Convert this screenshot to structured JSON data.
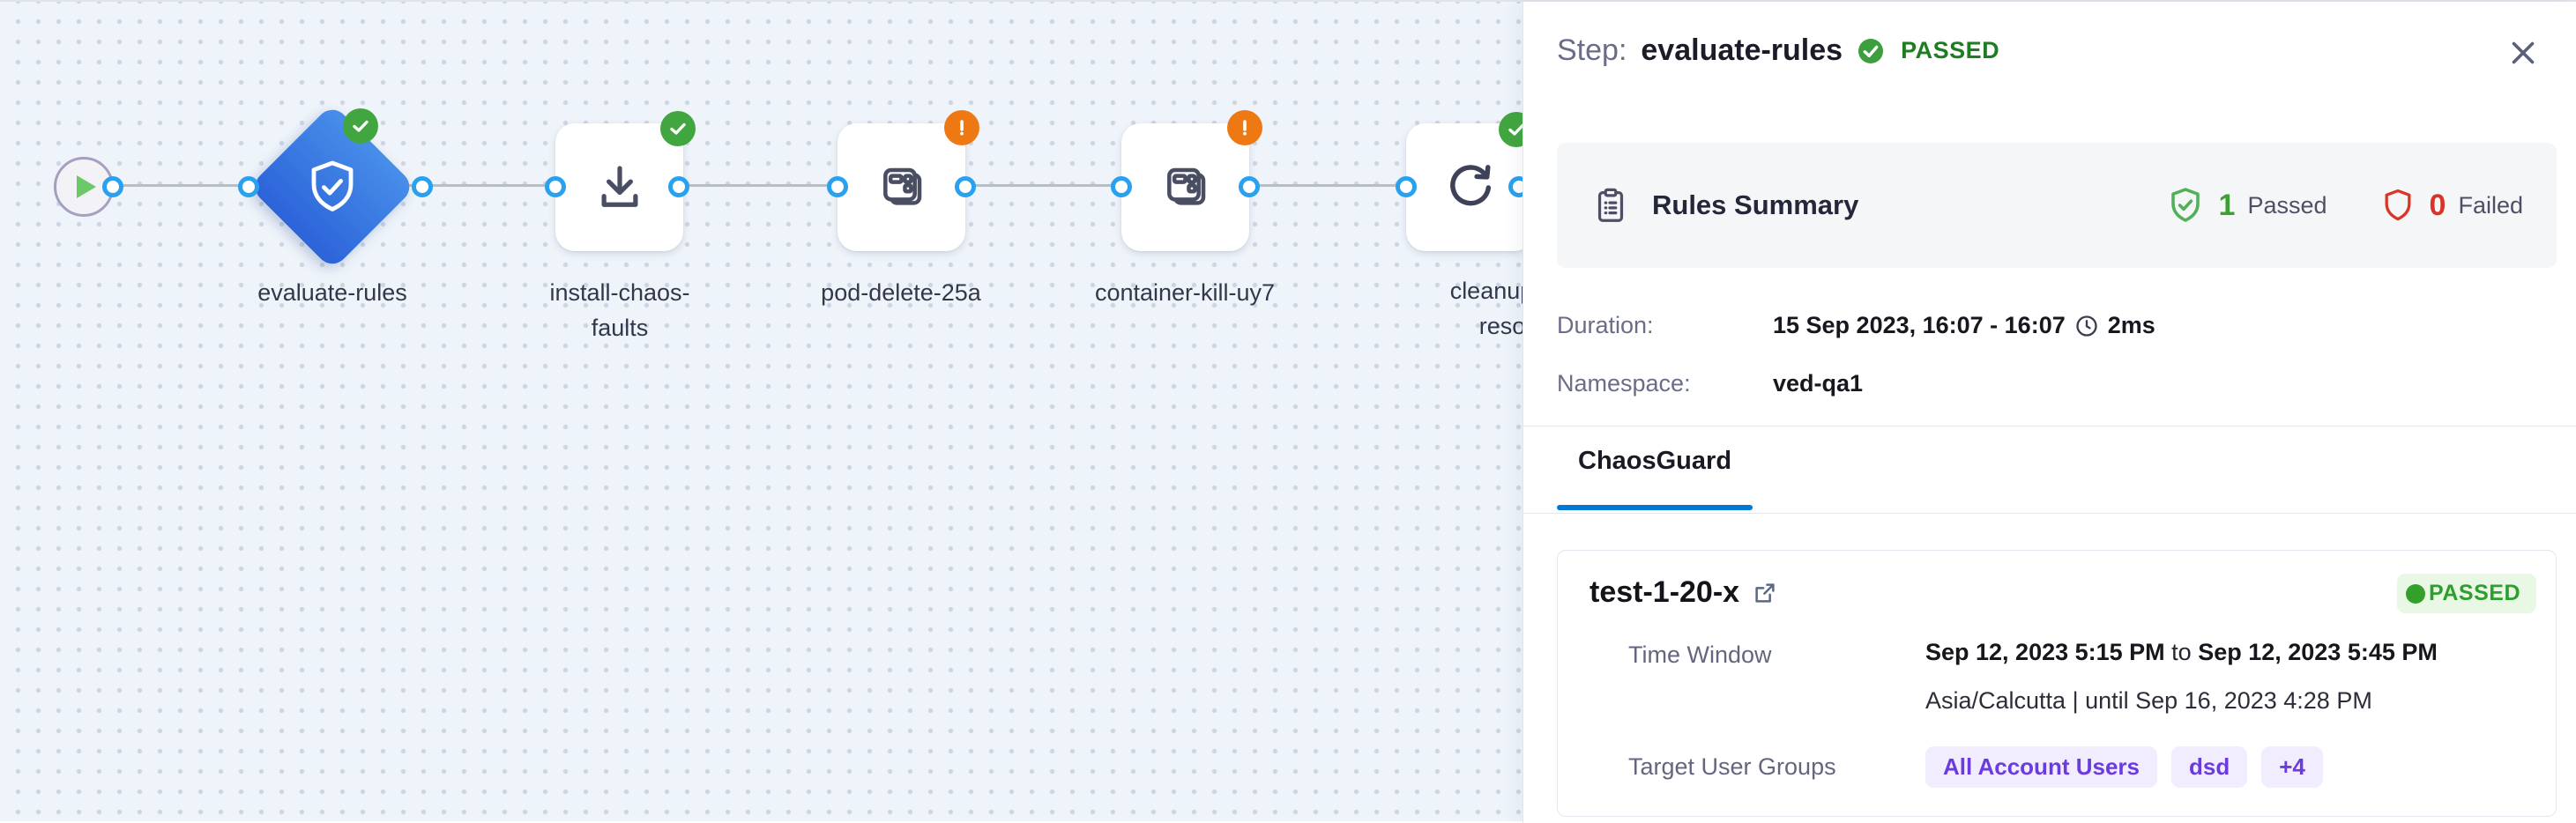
{
  "canvas": {
    "nodes": [
      {
        "id": "start",
        "icon": "play-icon"
      },
      {
        "id": "evaluate-rules",
        "label": "evaluate-rules",
        "status": "passed",
        "icon": "shield-check-icon",
        "shape": "diamond"
      },
      {
        "id": "install-chaos-faults",
        "label_lines": [
          "install-chaos-",
          "faults"
        ],
        "status": "passed",
        "icon": "download-icon"
      },
      {
        "id": "pod-delete-25a",
        "label": "pod-delete-25a",
        "status": "warning",
        "icon": "chaos-fault-icon"
      },
      {
        "id": "container-kill-uy7",
        "label": "container-kill-uy7",
        "status": "warning",
        "icon": "chaos-fault-icon"
      },
      {
        "id": "cleanup-chaos-resources",
        "label_lines": [
          "cleanup-chaos-",
          "resources"
        ],
        "status": "passed",
        "icon": "retry-icon"
      }
    ]
  },
  "panel": {
    "header": {
      "prefix": "Step:",
      "title": "evaluate-rules",
      "status": "PASSED"
    },
    "rules_summary": {
      "label": "Rules Summary",
      "passed_count": "1",
      "passed_label": "Passed",
      "failed_count": "0",
      "failed_label": "Failed"
    },
    "duration": {
      "label": "Duration:",
      "value": "15 Sep 2023, 16:07 - 16:07",
      "elapsed": "2ms"
    },
    "namespace": {
      "label": "Namespace:",
      "value": "ved-qa1"
    },
    "tabs": [
      {
        "label": "ChaosGuard",
        "active": true
      }
    ],
    "guard_card": {
      "title": "test-1-20-x",
      "status": "PASSED",
      "time_window": {
        "label": "Time Window",
        "from": "Sep 12, 2023 5:15 PM",
        "joiner": " to ",
        "to": "Sep 12, 2023 5:45 PM",
        "timezone_line": "Asia/Calcutta | until Sep 16, 2023 4:28 PM"
      },
      "target_user_groups": {
        "label": "Target User Groups",
        "chips": [
          "All Account Users",
          "dsd",
          "+4"
        ]
      }
    }
  },
  "colors": {
    "accent_blue": "#0278d5",
    "connector_blue": "#29a1ef",
    "selected_node_gradient": [
      "#478ee9",
      "#2c63d9"
    ],
    "success_green": "#42a640",
    "warning_orange": "#ee7912",
    "fail_red": "#d8342a",
    "passed_pill_bg": "#e9f8e4",
    "passed_pill_text": "#2e9e31",
    "chip_bg": "#f1ecfe",
    "chip_text": "#6b3be0",
    "canvas_bg": "#eff4fa",
    "canvas_dot": "#ccd6e3"
  }
}
